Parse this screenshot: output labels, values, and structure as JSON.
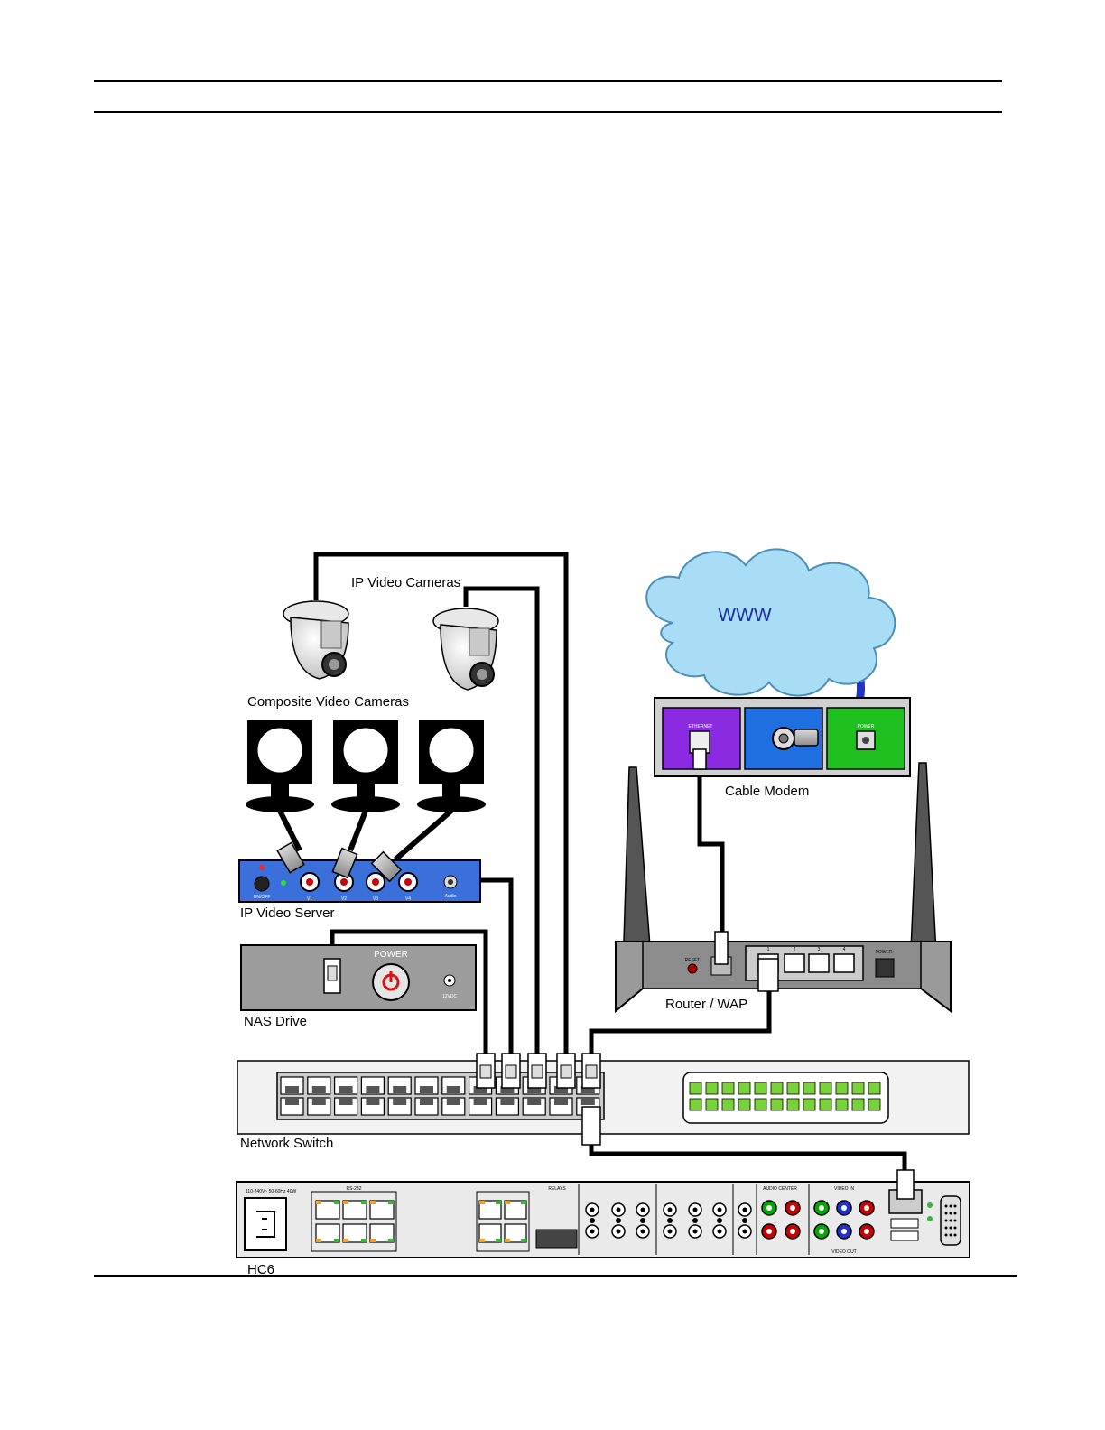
{
  "labels": {
    "ip_cameras": "IP Video Cameras",
    "composite_cameras": "Composite Video Cameras",
    "ip_video_server": "IP Video Server",
    "nas_drive": "NAS Drive",
    "network_switch": "Network Switch",
    "hc6": "HC6",
    "cable_modem": "Cable Modem",
    "router": "Router / WAP",
    "www": "WWW"
  },
  "device_text": {
    "nas_power": "POWER",
    "nas_dc": "12VDC",
    "server_onoff": "ON/OFF",
    "server_ports": [
      "V1",
      "V2",
      "V3",
      "V4"
    ],
    "server_audio": "Audio",
    "modem_ethernet": "ETHERNET",
    "modem_power": "POWER",
    "router_reset": "RESET",
    "router_ports": [
      "1",
      "2",
      "3",
      "4"
    ],
    "router_power": "POWER",
    "hc6_power": "110-240V~ 50-60Hz 40W",
    "hc6_rs232": "RS-232",
    "hc6_video_in": "VIDEO IN",
    "hc6_video_out": "VIDEO OUT",
    "hc6_audio": "AUDIO CENTER",
    "hc6_relays": "RELAYS"
  },
  "colors": {
    "modem_purple": "#8a2be2",
    "modem_blue": "#1f6fe0",
    "modem_green": "#1ebf1e",
    "cloud": "#a9ddf5",
    "coax": "#2233cc",
    "server_blue": "#3b6fd9",
    "switch_led": "#7bd13a",
    "port_orange": "#f0a02a",
    "port_green": "#38b538"
  }
}
